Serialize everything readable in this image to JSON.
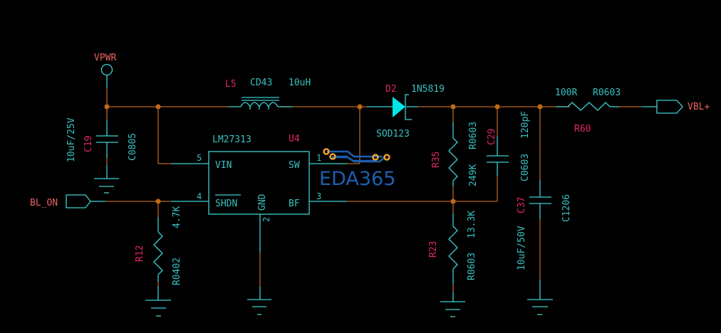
{
  "colors": {
    "background": "#000000",
    "wire": "#b8641e",
    "symbol": "#3fd0d0",
    "reference": "#e0256a",
    "value": "#3ac0c0",
    "net_label": "#e86060",
    "junction": "#c06a18",
    "logo": "#1d5fb0",
    "logo_pad": "#f0a030"
  },
  "nets": {
    "vpwr": "VPWR",
    "bl_on": "BL_ON",
    "vbl_plus": "VBL+"
  },
  "components": {
    "c19": {
      "ref": "C19",
      "value": "10uF/25V",
      "footprint": "C0805"
    },
    "l5": {
      "ref": "L5",
      "footprint": "CD43",
      "value": "10uH"
    },
    "u4": {
      "ref": "U4",
      "part": "LM27313",
      "pins": {
        "vin": "VIN",
        "shdn": "SHDN",
        "gnd": "GND",
        "sw": "SW",
        "bf": "BF"
      },
      "pin_numbers": {
        "vin": "5",
        "shdn": "4",
        "gnd": "2",
        "sw": "1",
        "bf": "3"
      }
    },
    "d2": {
      "ref": "D2",
      "value": "1N5819",
      "footprint": "SOD123"
    },
    "r35": {
      "ref": "R35",
      "value": "249K",
      "footprint": "R0603"
    },
    "c29": {
      "ref": "C29",
      "value": "120pF",
      "footprint": "C0603"
    },
    "r23": {
      "ref": "R23",
      "value": "13.3K",
      "footprint": "R0603"
    },
    "c37": {
      "ref": "C37",
      "value": "10uF/50V",
      "footprint": "C1206"
    },
    "r60": {
      "ref": "R60",
      "value": "100R",
      "footprint": "R0603"
    },
    "r12": {
      "ref": "R12",
      "value": "4.7K",
      "footprint": "R0402"
    }
  },
  "watermark": {
    "text": "EDA365"
  }
}
